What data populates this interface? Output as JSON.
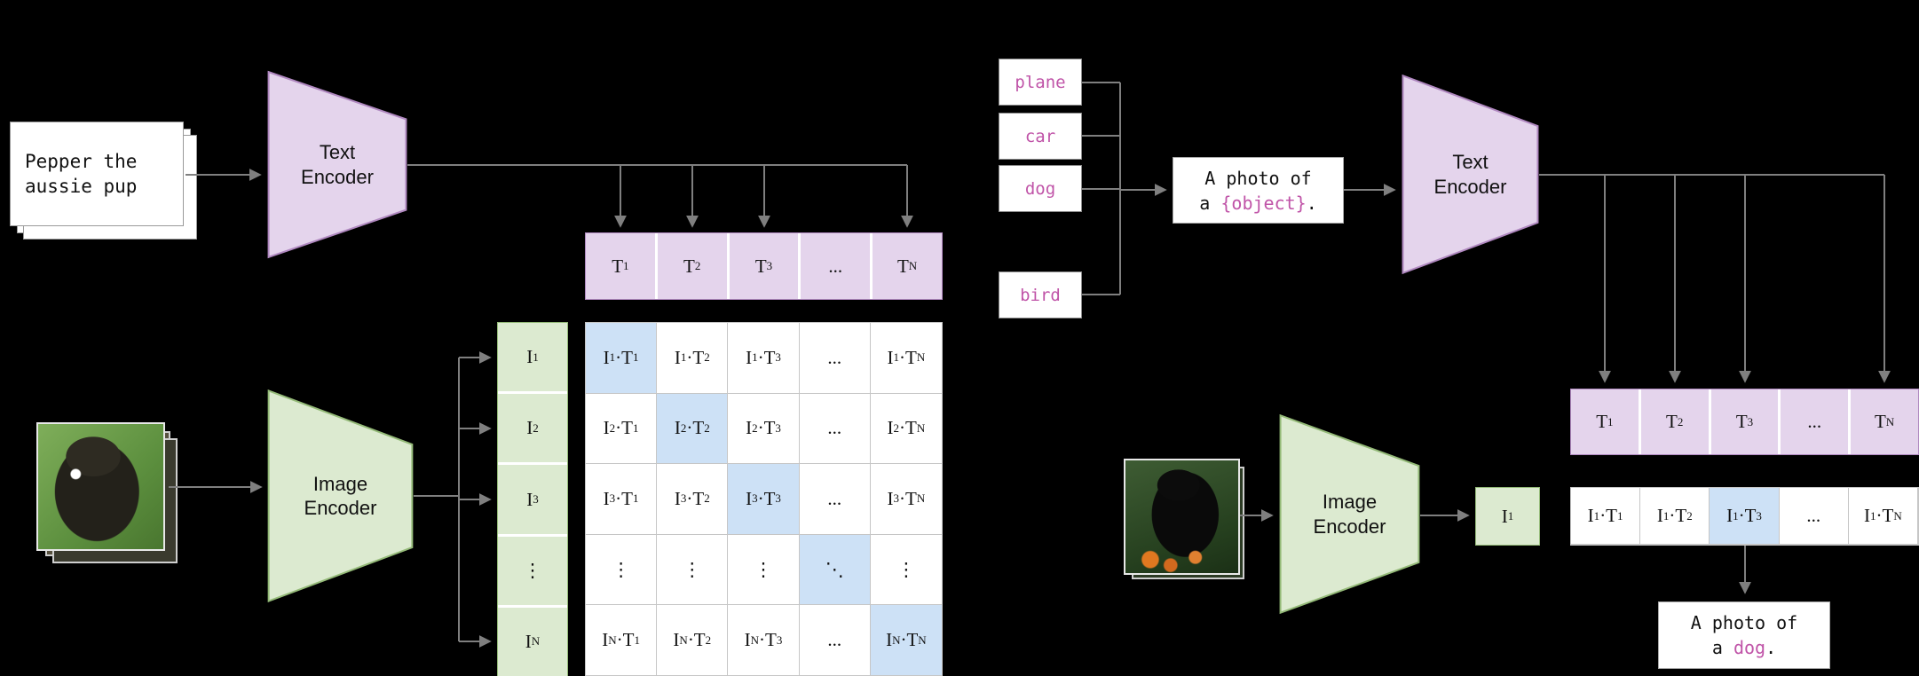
{
  "diagram": "CLIP contrastive pre-training and zero-shot prediction",
  "colors": {
    "background": "#000000",
    "purple_fill": "#e4d4ec",
    "purple_border": "#b088c0",
    "green_fill": "#dcead0",
    "green_border": "#94ba78",
    "blue_highlight": "#cde1f6",
    "label_magenta": "#c054a8",
    "line_gray": "#7f7f7f"
  },
  "left": {
    "text_input": "Pepper the aussie pup",
    "text_encoder_label": "Text Encoder",
    "image_encoder_label": "Image Encoder",
    "text_embeddings": [
      "T1",
      "T2",
      "T3",
      "...",
      "TN"
    ],
    "image_embeddings": [
      "I1",
      "I2",
      "I3",
      "⋮",
      "IN"
    ],
    "matrix": [
      [
        "I1·T1",
        "I1·T2",
        "I1·T3",
        "...",
        "I1·TN"
      ],
      [
        "I2·T1",
        "I2·T2",
        "I2·T3",
        "...",
        "I2·TN"
      ],
      [
        "I3·T1",
        "I3·T2",
        "I3·T3",
        "...",
        "I3·TN"
      ],
      [
        "⋮",
        "⋮",
        "⋮",
        "⋱",
        "⋮"
      ],
      [
        "IN·T1",
        "IN·T2",
        "IN·T3",
        "...",
        "IN·TN"
      ]
    ]
  },
  "right": {
    "class_labels": [
      "plane",
      "car",
      "dog",
      "bird"
    ],
    "prompt": {
      "line1": "A photo of",
      "pre": "a ",
      "object": "{object}",
      "post": "."
    },
    "text_encoder_label": "Text Encoder",
    "image_encoder_label": "Image Encoder",
    "text_embeddings": [
      "T1",
      "T2",
      "T3",
      "...",
      "TN"
    ],
    "image_embedding": "I1",
    "scores": [
      "I1·T1",
      "I1·T2",
      "I1·T3",
      "...",
      "I1·TN"
    ],
    "highlight_index": 2,
    "prediction": {
      "line1": "A photo of",
      "pre": "a ",
      "object": "dog",
      "post": "."
    }
  }
}
